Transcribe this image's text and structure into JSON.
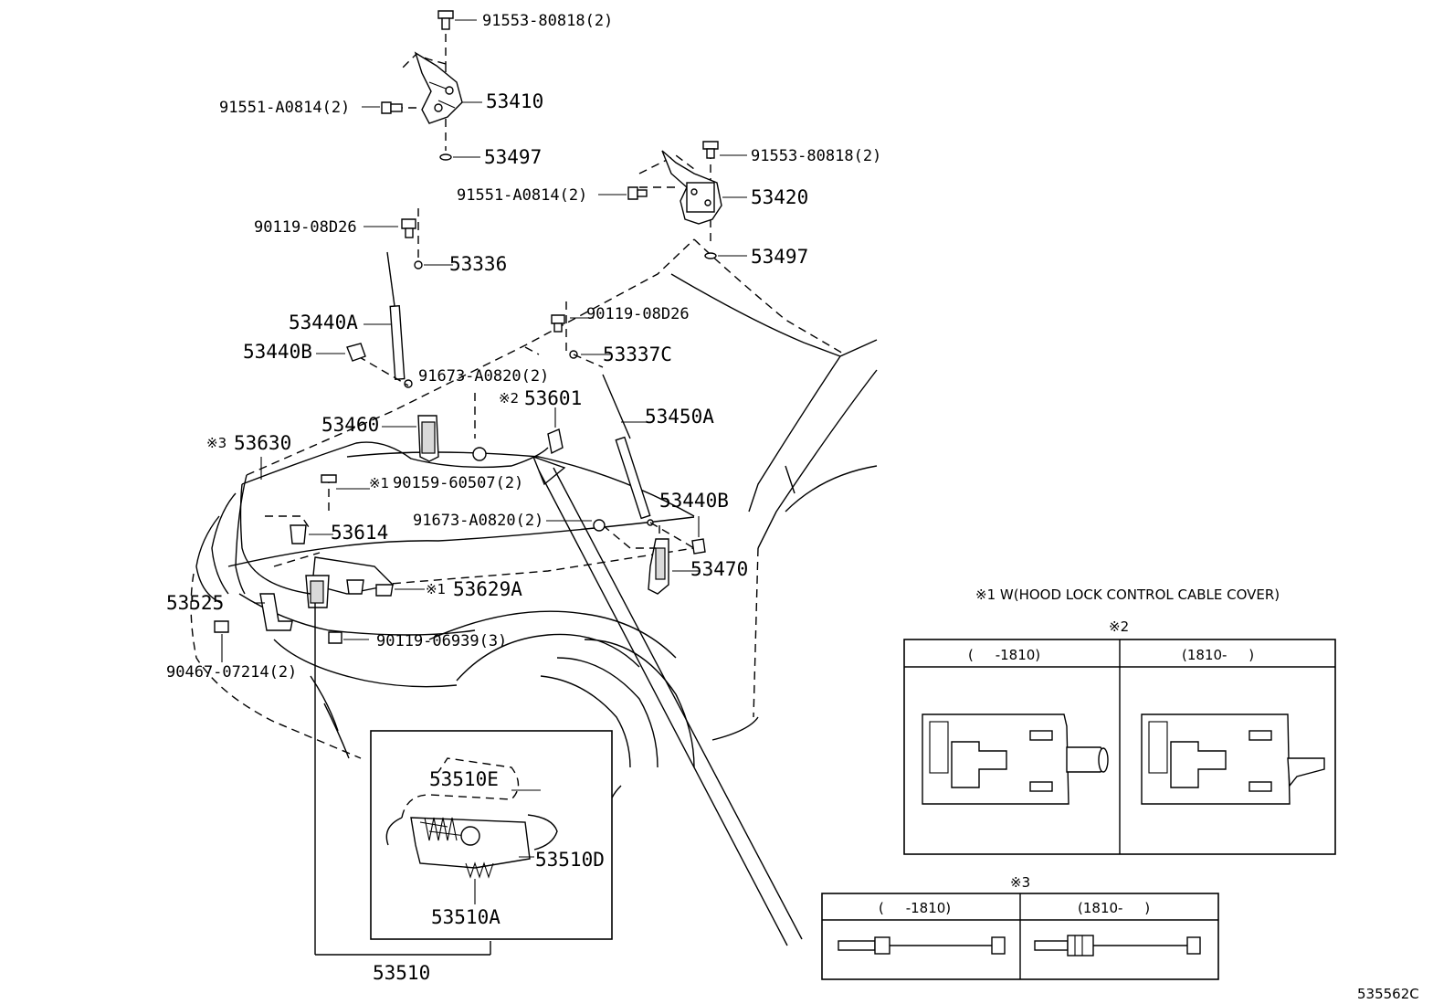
{
  "diagram_id": "535562C",
  "callouts": {
    "p91553_top": "91553-80818(2)",
    "p53410": "53410",
    "p91551_left": "91551-A0814(2)",
    "p53497_left": "53497",
    "p91553_right": "91553-80818(2)",
    "p91551_mid": "91551-A0814(2)",
    "p53420": "53420",
    "p53497_right": "53497",
    "p90119_left": "90119-08D26",
    "p53336": "53336",
    "p53440A": "53440A",
    "p53440B_left": "53440B",
    "p90119_mid": "90119-08D26",
    "p53337C": "53337C",
    "p91673_top": "91673-A0820(2)",
    "p53601": "53601",
    "p53450A": "53450A",
    "p53460": "53460",
    "p53630": "53630",
    "p90159": "90159-60507(2)",
    "p53440B_right": "53440B",
    "p91673_mid": "91673-A0820(2)",
    "p53614": "53614",
    "p53470": "53470",
    "p53629A": "53629A",
    "p53525": "53525",
    "p90119_low": "90119-06939(3)",
    "p90467": "90467-07214(2)",
    "p53510E": "53510E",
    "p53510D": "53510D",
    "p53510A": "53510A",
    "p53510": "53510"
  },
  "marks": {
    "m1": "※1",
    "m2": "※2",
    "m3": "※3"
  },
  "notes": {
    "note1": "※1 W(HOOD LOCK CONTROL CABLE COVER)"
  },
  "table2": {
    "mark": "※2",
    "col_left": "(     -1810)",
    "col_right": "(1810-     )"
  },
  "table3": {
    "mark": "※3",
    "col_left": "(     -1810)",
    "col_right": "(1810-     )"
  }
}
